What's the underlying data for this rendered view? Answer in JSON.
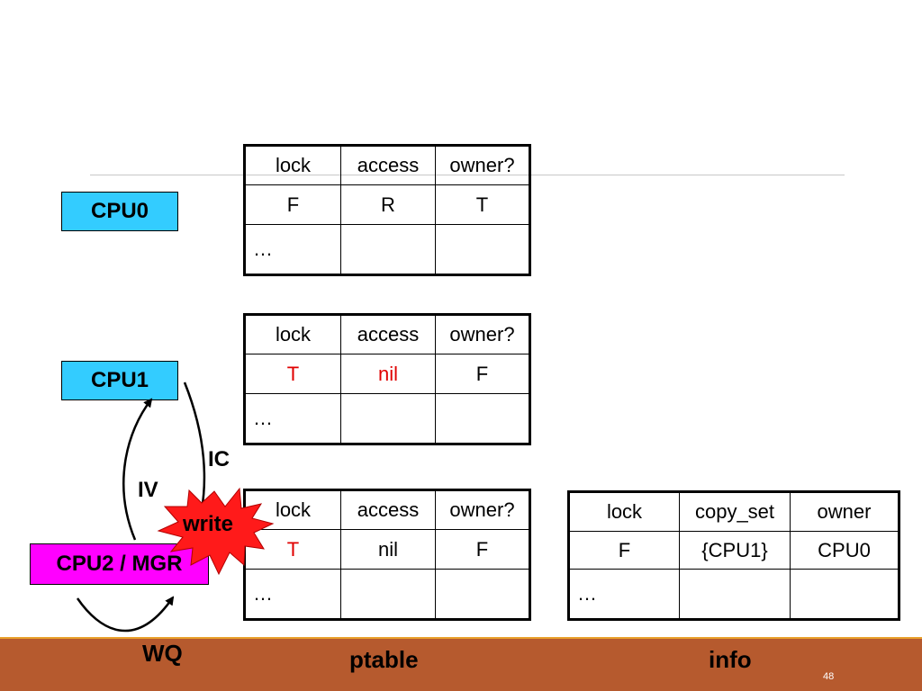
{
  "cpus": {
    "cpu0": "CPU0",
    "cpu1": "CPU1",
    "cpu2": "CPU2 / MGR"
  },
  "ptable_headers": [
    "lock",
    "access",
    "owner?"
  ],
  "ptables": [
    {
      "row": [
        "F",
        "R",
        "T"
      ],
      "dots": "…"
    },
    {
      "row": [
        "T",
        "nil",
        "F"
      ],
      "dots": "…"
    },
    {
      "row": [
        "T",
        "nil",
        "F"
      ],
      "dots": "…"
    }
  ],
  "info_table": {
    "headers": [
      "lock",
      "copy_set",
      "owner"
    ],
    "row": [
      "F",
      "{CPU1}",
      "CPU0"
    ],
    "dots": "…"
  },
  "labels": {
    "ic": "IC",
    "iv": "IV",
    "write": "write",
    "wq": "WQ"
  },
  "footer": {
    "ptable": "ptable",
    "info": "info",
    "slide_number": "48"
  },
  "colors": {
    "cpu_box": "#33ccff",
    "mgr_box": "#ff00ff",
    "highlight": "#e00000",
    "burst": "#ff1a1a",
    "footer": "#b65a2e",
    "footer_line": "#e9a12c"
  }
}
